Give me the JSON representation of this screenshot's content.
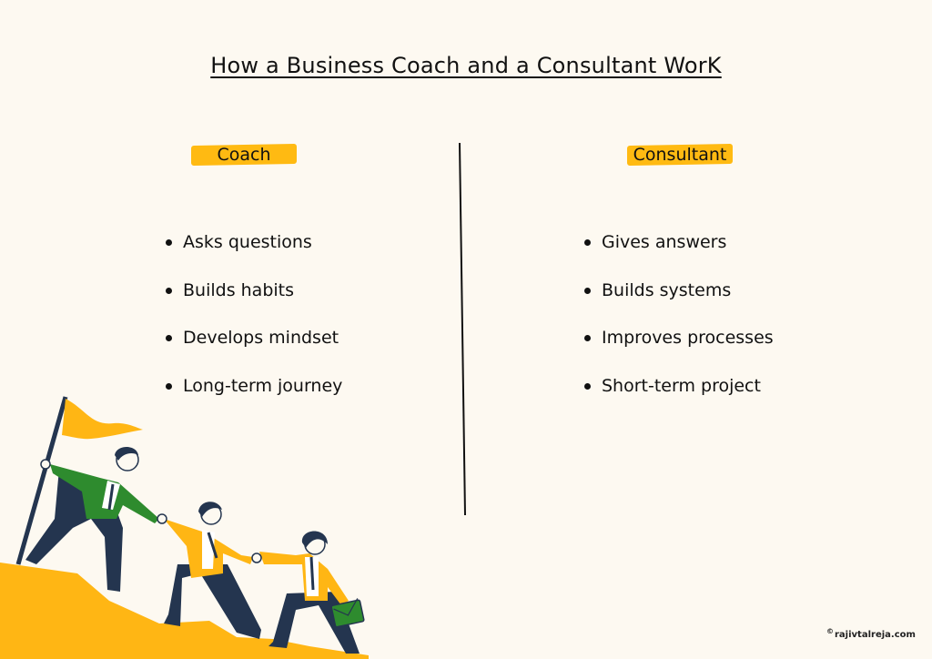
{
  "title": "How a Business Coach and a Consultant WorK",
  "colors": {
    "background": "#FDF9F1",
    "highlight": "#FFBA12",
    "text": "#111111",
    "jacket_green": "#2E8B2E",
    "jacket_yellow": "#FFB614",
    "pants_navy": "#24354F"
  },
  "columns": {
    "coach": {
      "label": "Coach",
      "points": [
        "Asks questions",
        "Builds habits",
        "Develops mindset",
        "Long-term journey"
      ]
    },
    "consultant": {
      "label": "Consultant",
      "points": [
        "Gives answers",
        "Builds systems",
        "Improves processes",
        "Short-term project"
      ]
    }
  },
  "illustration": {
    "description": "Three business people climbing a yellow hill holding hands, leader holds a yellow flag",
    "icons": [
      "flag-icon",
      "briefcase-icon"
    ]
  },
  "footer": {
    "copyright_symbol": "©",
    "site": "rajivtalreja.com"
  }
}
